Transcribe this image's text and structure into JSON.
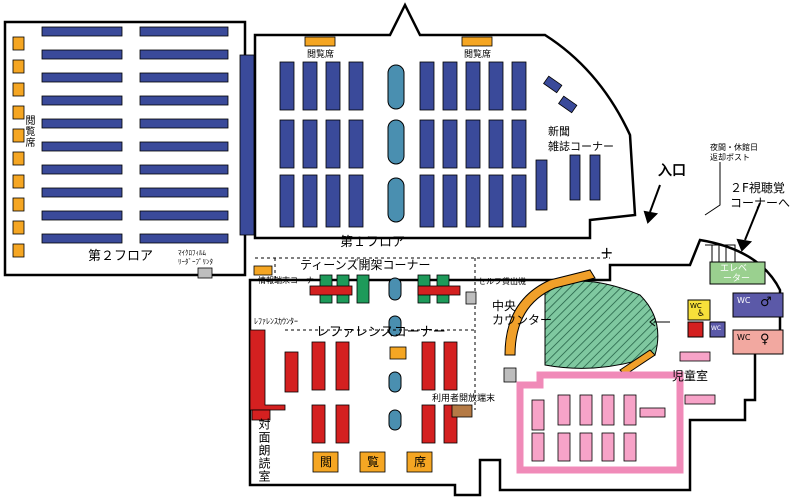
{
  "colors": {
    "wall": "#000000",
    "floor": "#ffffff",
    "shelf_blue": "#3a4a9a",
    "seat_orange": "#f5a623",
    "seat_red": "#d42020",
    "seat_green": "#1e9a5a",
    "seat_pink": "#f7a3c8",
    "kids_border": "#f08ab8",
    "counter_orange": "#f0a02a",
    "counter_hatch": "#7fc8a0",
    "elevator_green": "#9ad08f",
    "wc_blue": "#5b59a8",
    "wc_red": "#f2a8a0",
    "wc_yellow": "#f7e03a",
    "cylinder": "#4a8fb0"
  },
  "labels": {
    "floor2": "第２フロア",
    "floor1": "第１フロア",
    "reading_seats": "閲覧席",
    "reading_left": "閲覧席",
    "newspaper": "新聞",
    "magazine": "雑誌コーナー",
    "entrance": "入口",
    "night_return_1": "夜間・休館日",
    "night_return_2": "返却ポスト",
    "av_corner_1": "２F視聴覚",
    "av_corner_2": "コーナーへ",
    "elevator_1": "エレベ",
    "elevator_2": "ーター",
    "microfilm_1": "ﾏｲｸﾛﾌｨﾙﾑ",
    "microfilm_2": "ﾘｰﾀﾞｰﾌﾟﾘﾝﾀ",
    "teens": "ティーンズ開架コーナー",
    "info_terminal": "情報端末コーナー",
    "self_checkout": "セルフ貸出機",
    "reference_counter": "ﾚﾌｧﾚﾝｽｶｳﾝﾀｰ",
    "reference_corner": "レファレンスコーナー",
    "central_counter_1": "中央",
    "central_counter_2": "カウンター",
    "user_terminal": "利用者開放端末",
    "kids_room": "児童室",
    "face_reading": "対面朗読室",
    "seat_1": "閲",
    "seat_2": "覧",
    "seat_3": "席",
    "wc": "WC"
  }
}
